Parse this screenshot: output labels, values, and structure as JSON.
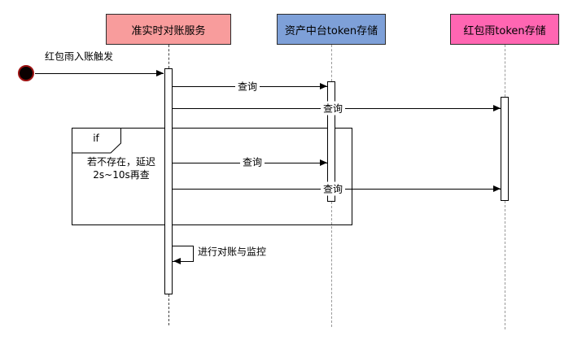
{
  "colors": {
    "recon_service_fill": "#F89C9C",
    "asset_store_fill": "#7EA0D8",
    "redpacket_store_fill": "#FF66B2",
    "line": "#000000",
    "background": "#FFFFFF"
  },
  "lifelines": [
    {
      "label": "准实时对账服务"
    },
    {
      "label": "资产中台token存储"
    },
    {
      "label": "红包雨token存储"
    }
  ],
  "messages": [
    {
      "label": "红包雨入账触发",
      "from": "start",
      "to": "准实时对账服务"
    },
    {
      "label": "查询",
      "from": "准实时对账服务",
      "to": "资产中台token存储"
    },
    {
      "label": "查询",
      "from": "准实时对账服务",
      "to": "红包雨token存储"
    },
    {
      "label": "查询",
      "from": "准实时对账服务",
      "to": "资产中台token存储"
    },
    {
      "label": "查询",
      "from": "准实时对账服务",
      "to": "红包雨token存储"
    },
    {
      "label": "进行对账与监控",
      "from": "准实时对账服务",
      "to": "准实时对账服务",
      "kind": "self"
    }
  ],
  "fragment": {
    "operator": "if",
    "guard": "若不存在，延迟2s~10s再查"
  }
}
